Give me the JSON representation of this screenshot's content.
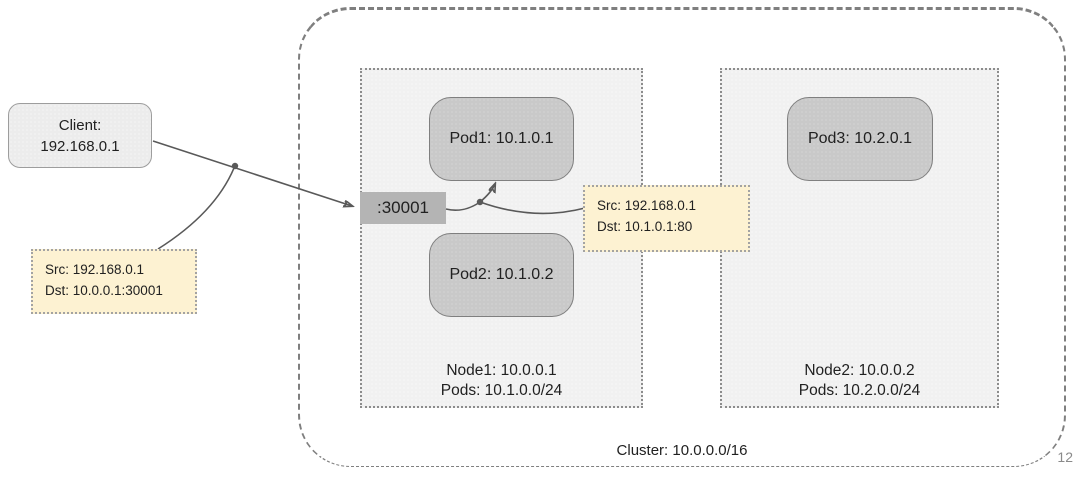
{
  "colors": {
    "background": "#ffffff",
    "cluster_border": "#7f7f7f",
    "node_fill": "#f1f1f1",
    "node_border": "#8c8c8c",
    "pod_fill": "#c9c9c9",
    "pod_border": "#7f7f7f",
    "client_fill": "#ececec",
    "client_border": "#9d9d9d",
    "nodeport_fill": "#b4b4b4",
    "note_fill": "#fdf2d2",
    "note_border": "#a3a3a3",
    "connector": "#595959",
    "text": "#212121",
    "page_number": "#8a8a8a"
  },
  "client": {
    "line1": "Client:",
    "line2": "192.168.0.1"
  },
  "nodeport": {
    "label": ":30001"
  },
  "pods": [
    {
      "id": "pod1",
      "label": "Pod1: 10.1.0.1"
    },
    {
      "id": "pod2",
      "label": "Pod2: 10.1.0.2"
    },
    {
      "id": "pod3",
      "label": "Pod3: 10.2.0.1"
    }
  ],
  "nodes": [
    {
      "id": "node1",
      "line1": "Node1: 10.0.0.1",
      "line2": "Pods: 10.1.0.0/24"
    },
    {
      "id": "node2",
      "line1": "Node2: 10.0.0.2",
      "line2": "Pods: 10.2.0.0/24"
    }
  ],
  "notes": [
    {
      "id": "external-packet",
      "src": "Src: 192.168.0.1",
      "dst": "Dst: 10.0.0.1:30001"
    },
    {
      "id": "internal-packet",
      "src": "Src: 192.168.0.1",
      "dst": "Dst: 10.1.0.1:80"
    }
  ],
  "cluster": {
    "label": "Cluster: 10.0.0.0/16"
  },
  "page_number": "12"
}
